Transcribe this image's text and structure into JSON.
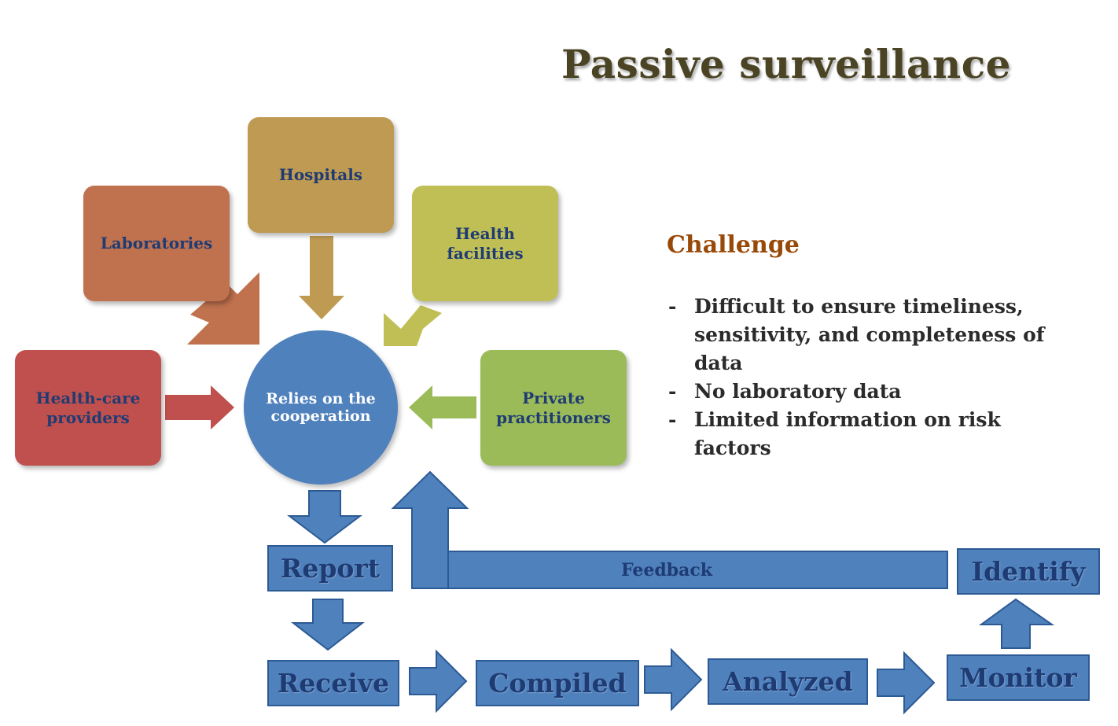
{
  "title": "Passive surveillance",
  "sources": [
    {
      "label": "Laboratories",
      "color": "#c0714e"
    },
    {
      "label": "Hospitals",
      "color": "#bf9a52"
    },
    {
      "label": "Health facilities",
      "color": "#bfbf55"
    },
    {
      "label": "Health-care providers",
      "color": "#c0504d"
    },
    {
      "label": "Private practitioners",
      "color": "#9bbb59"
    }
  ],
  "center": {
    "label": "Relies on the cooperation",
    "color": "#4f81bd"
  },
  "steps": {
    "report": "Report",
    "receive": "Receive",
    "compiled": "Compiled",
    "analyzed": "Analyzed",
    "monitor": "Monitor",
    "identify": "Identify",
    "feedback": "Feedback"
  },
  "challenge": {
    "heading": "Challenge",
    "bullet": "-",
    "items": [
      "Difficult to ensure timeliness, sensitivity, and completeness of data",
      "No laboratory data",
      "Limited information on risk factors"
    ]
  },
  "colors": {
    "flow_blue": "#4f81bd",
    "flow_border": "#2c5a94",
    "title": "#4a4424",
    "challenge_heading": "#984807"
  }
}
